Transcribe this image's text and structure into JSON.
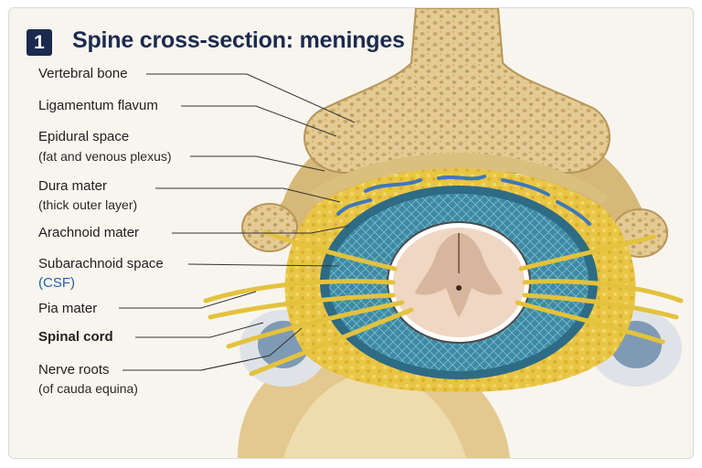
{
  "figure": {
    "number": "1",
    "title": "Spine cross-section: meninges"
  },
  "labels": [
    {
      "key": "vertebral-bone",
      "text": "Vertebral bone",
      "sub": ""
    },
    {
      "key": "ligamentum-flavum",
      "text": "Ligamentum flavum",
      "sub": ""
    },
    {
      "key": "epidural-space",
      "text": "Epidural space",
      "sub": "(fat and venous plexus)"
    },
    {
      "key": "dura-mater",
      "text": "Dura mater",
      "sub": "(thick outer layer)"
    },
    {
      "key": "arachnoid-mater",
      "text": "Arachnoid mater",
      "sub": ""
    },
    {
      "key": "subarachnoid-space",
      "text": "Subarachnoid space",
      "sub": "(CSF)"
    },
    {
      "key": "pia-mater",
      "text": "Pia mater",
      "sub": ""
    },
    {
      "key": "spinal-cord",
      "text": "Spinal cord",
      "sub": ""
    },
    {
      "key": "nerve-roots",
      "text": "Nerve roots",
      "sub": "(of cauda equina)"
    }
  ],
  "colors": {
    "title": "#1b2a4e",
    "bone": "#e6cf9b",
    "bone_dark": "#b8965a",
    "epidural_fat": "#e6c13c",
    "venous_plexus": "#3f78b8",
    "arachnoid": "#2f6f88",
    "csf": "#5b9fb4",
    "cord": "#f1d9c6",
    "grey_matter": "#d8b7a0",
    "nerve": "#e8c640",
    "sub_label": "#1f5fa8"
  }
}
